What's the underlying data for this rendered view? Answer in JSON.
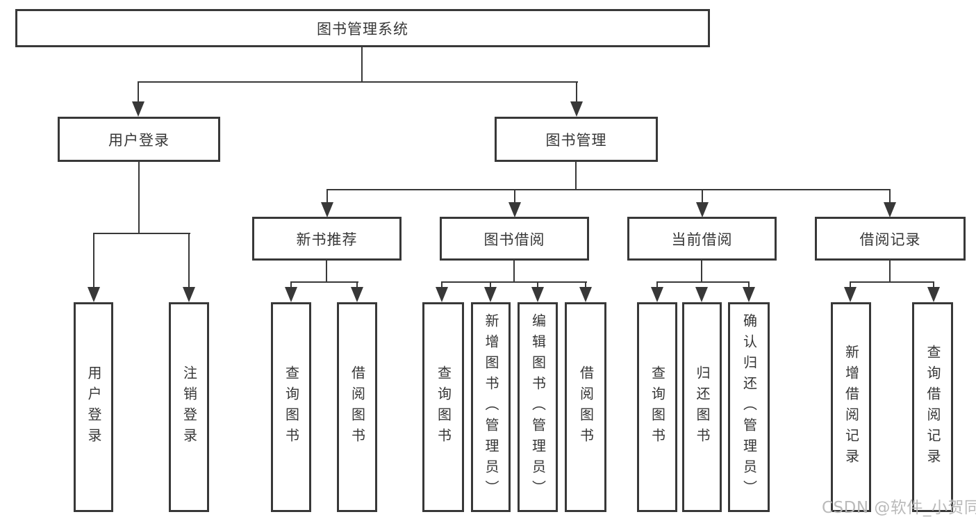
{
  "diagram_title": "图书管理系统",
  "watermark": {
    "text": "CSDN @软件_小贺同学"
  },
  "colors": {
    "background": "#ffffff",
    "line": "#383838",
    "text": "#363636",
    "watermark": "#b6b6b6"
  },
  "tree": {
    "label": "图书管理系统",
    "children": [
      {
        "label": "用户登录",
        "children": [
          {
            "label": "用户登录"
          },
          {
            "label": "注销登录"
          }
        ]
      },
      {
        "label": "图书管理",
        "children": [
          {
            "label": "新书推荐",
            "children": [
              {
                "label": "查询图书"
              },
              {
                "label": "借阅图书"
              }
            ]
          },
          {
            "label": "图书借阅",
            "children": [
              {
                "label": "查询图书"
              },
              {
                "label": "新增图书（管理员）"
              },
              {
                "label": "编辑图书（管理员）"
              },
              {
                "label": "借阅图书"
              }
            ]
          },
          {
            "label": "当前借阅",
            "children": [
              {
                "label": "查询图书"
              },
              {
                "label": "归还图书"
              },
              {
                "label": "确认归还（管理员）"
              }
            ]
          },
          {
            "label": "借阅记录",
            "children": [
              {
                "label": "新增借阅记录"
              },
              {
                "label": "查询借阅记录"
              }
            ]
          }
        ]
      }
    ]
  }
}
